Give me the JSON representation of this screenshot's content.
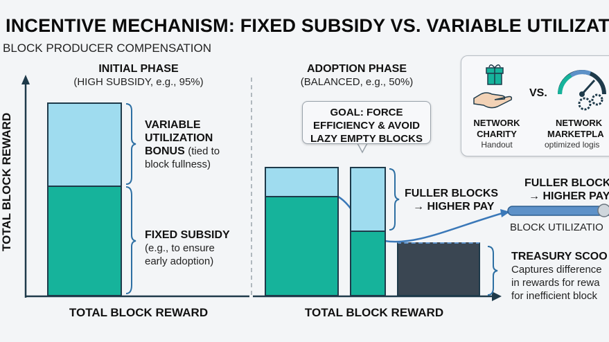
{
  "header": {
    "title": "INCENTIVE MECHANISM: FIXED SUBSIDY VS. VARIABLE UTILIZATIO",
    "subtitle": "BLOCK PRODUCER COMPENSATION"
  },
  "left_panel": {
    "phase_title": "INITIAL PHASE",
    "phase_sub": "(HIGH SUBSIDY, e.g., 95%)",
    "variable_label_bold": [
      "VARIABLE",
      "UTILIZATION",
      "BONUS"
    ],
    "variable_label_note_inline": "(tied to",
    "variable_label_note": "block fullness)",
    "fixed_label_bold": "FIXED SUBSIDY",
    "fixed_label_note": [
      "(e.g., to ensure",
      "early adoption)"
    ],
    "x_axis_label": "TOTAL BLOCK REWARD",
    "y_axis_label": "TOTAL BLOCK REWARD"
  },
  "right_panel": {
    "phase_title": "ADOPTION PHASE",
    "phase_sub": "(BALANCED, e.g., 50%)",
    "goal_callout": [
      "GOAL: FORCE",
      "EFFICIENCY & AVOID",
      "LAZY EMPTY BLOCKS"
    ],
    "fuller_blocks_label": [
      "FULLER BLOCKS",
      "→ HIGHER PAY"
    ],
    "x_axis_label": "TOTAL BLOCK REWARD",
    "treasury_title": "TREASURY SCOO",
    "treasury_note": [
      "Captures difference",
      "in rewards for rewa",
      "for inefficient block"
    ]
  },
  "comparison_card": {
    "left_title": [
      "NETWORK",
      "CHARITY"
    ],
    "left_sub": "Handout",
    "vs": "VS.",
    "right_title": [
      "NETWORK",
      "MARKETPLA"
    ],
    "right_sub": "optimized logis"
  },
  "utilization_meter": {
    "label_top": [
      "FULLER BLOCKS",
      "→ HIGHER PAY"
    ],
    "label_bottom": "BLOCK UTILIZATIO"
  },
  "colors": {
    "light_bonus": "#9fdcef",
    "teal_subsidy": "#16b39b",
    "dark_treasury": "#3a4652",
    "axis": "#1e3a4a",
    "accent_blue": "#3a78b8"
  },
  "icons": [
    "gift-hand-icon",
    "gauge-gears-icon"
  ]
}
